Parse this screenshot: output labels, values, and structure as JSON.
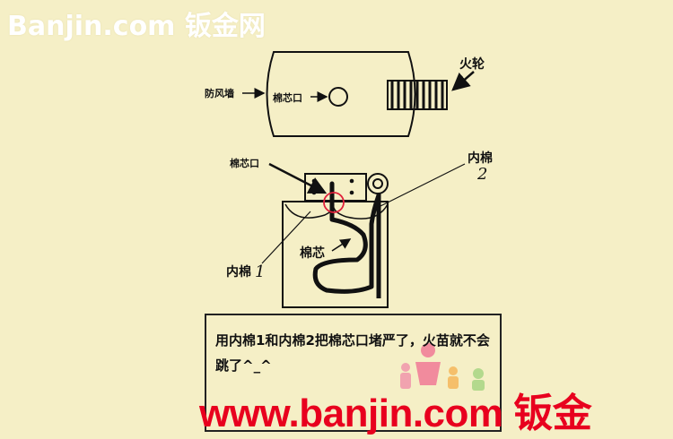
{
  "watermark_top": "Banjin.com 钣金网",
  "watermark_bottom": "www.banjin.com 钣金",
  "labels": {
    "fangfengqiang": "防风墙",
    "mianxinkou_top": "棉芯口",
    "huolun": "火轮",
    "mianxinkou_side": "棉芯口",
    "neimian2_text": "内棉",
    "neimian2_num": "2",
    "mianxin": "棉芯",
    "neimian1_text": "内棉",
    "neimian1_num": "1"
  },
  "note": "用内棉1和内棉2把棉芯口堵严了，火苗就不会跳了^_^",
  "colors": {
    "background": "#f5efc6",
    "line": "#111111",
    "highlight_circle": "#e0203a",
    "watermark_red": "#e8001e"
  }
}
